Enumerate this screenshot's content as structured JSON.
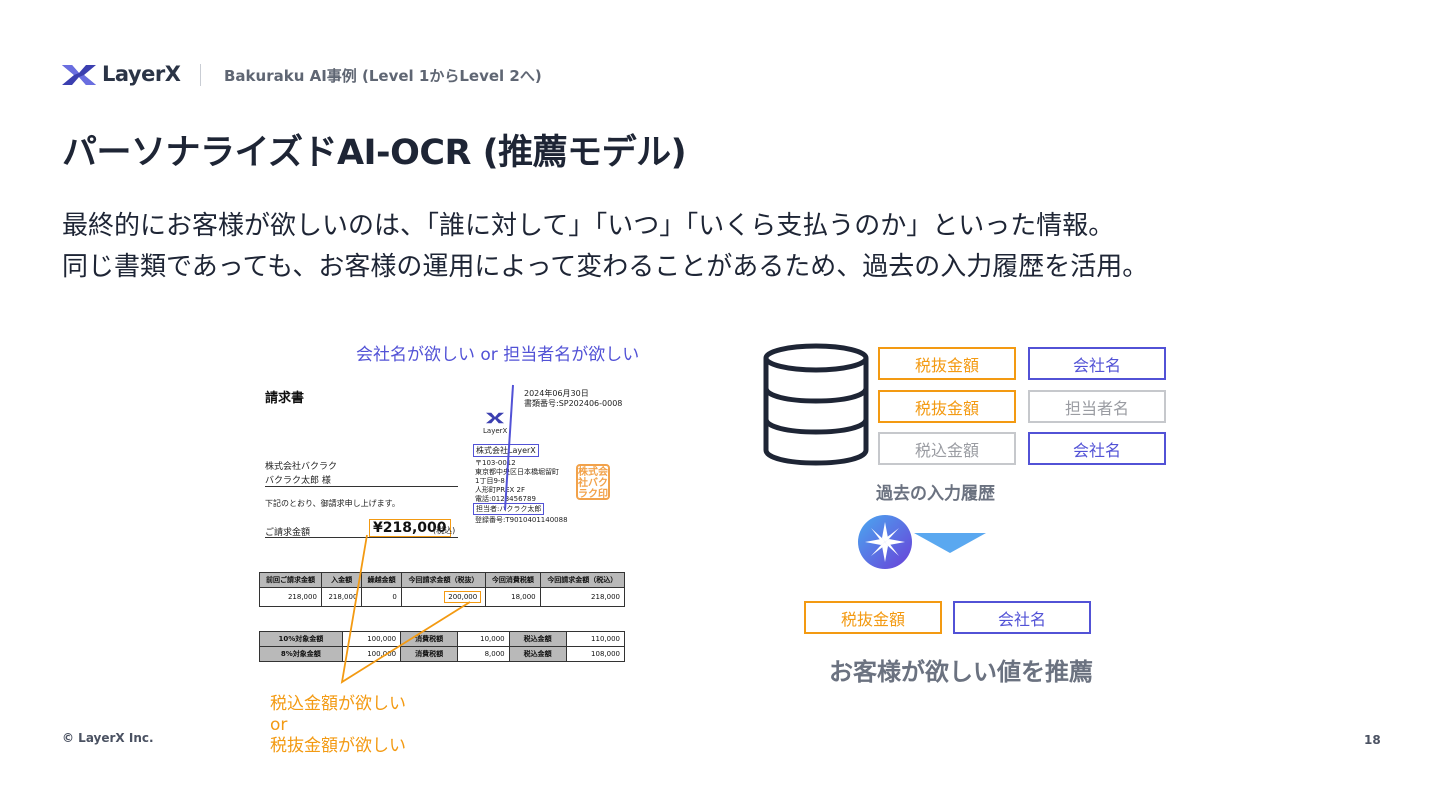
{
  "header": {
    "brand": "LayerX",
    "breadcrumb": "Bakuraku AI事例 (Level 1からLevel 2へ)"
  },
  "title": "パーソナライズドAI-OCR (推薦モデル)",
  "lead": {
    "line1": "最終的にお客様が欲しいのは、「誰に対して」「いつ」「いくら支払うのか」といった情報。",
    "line2": "同じ書類であっても、お客様の運用によって変わることがあるため、過去の入力履歴を活用。"
  },
  "annotations": {
    "blue": "会社名が欲しい or 担当者名が欲しい",
    "orange": [
      "税込金額が欲しい",
      "or",
      "税抜金額が欲しい"
    ]
  },
  "invoice": {
    "title": "請求書",
    "date": "2024年06月30日",
    "doc_no": "書類番号:SP202406-0008",
    "logo_text": "LayerX",
    "recipient_company": "株式会社バクラク",
    "recipient_person": "バクラク太郎 様",
    "note": "下記のとおり、御請求申し上げます。",
    "amount_label": "ご請求金額",
    "amount": "¥218,000",
    "tax_note": "(税込)",
    "issuer_company": "株式会社LayerX",
    "issuer_address": [
      "〒103-0012",
      "東京都中央区日本橋堀留町",
      "1丁目9-8",
      "人形町PREX 2F",
      "電話:0123456789"
    ],
    "issuer_contact": "担当者:バクラク太郎",
    "registration": "登録番号:T9010401140088",
    "hanko": [
      "株式会",
      "社バク",
      "ラク印"
    ],
    "table1_headers": [
      "前回ご請求金額",
      "入金額",
      "繰越金額",
      "今回請求金額（税抜）",
      "今回消費税額",
      "今回請求金額（税込）"
    ],
    "table1_values": [
      "218,000",
      "218,000",
      "0",
      "200,000",
      "18,000",
      "218,000"
    ],
    "table2_rows": [
      [
        "10%対象金額",
        "100,000",
        "消費税額",
        "10,000",
        "税込金額",
        "110,000"
      ],
      [
        "8%対象金額",
        "100,000",
        "消費税額",
        "8,000",
        "税込金額",
        "108,000"
      ]
    ]
  },
  "history": {
    "rows": [
      [
        {
          "label": "税抜金額",
          "style": "orange"
        },
        {
          "label": "会社名",
          "style": "blue"
        }
      ],
      [
        {
          "label": "税抜金額",
          "style": "orange"
        },
        {
          "label": "担当者名",
          "style": "gray"
        }
      ],
      [
        {
          "label": "税込金額",
          "style": "gray"
        },
        {
          "label": "会社名",
          "style": "blue"
        }
      ]
    ],
    "caption": "過去の入力履歴"
  },
  "recommendation": {
    "tags": [
      {
        "label": "税抜金額",
        "style": "orange"
      },
      {
        "label": "会社名",
        "style": "blue"
      }
    ],
    "caption": "お客様が欲しい値を推薦"
  },
  "footer": {
    "copyright": "© LayerX Inc.",
    "page": "18"
  },
  "colors": {
    "orange": "#f39a12",
    "blue": "#5252d6",
    "gray": "#c6c8cc",
    "title": "#1e2535"
  }
}
